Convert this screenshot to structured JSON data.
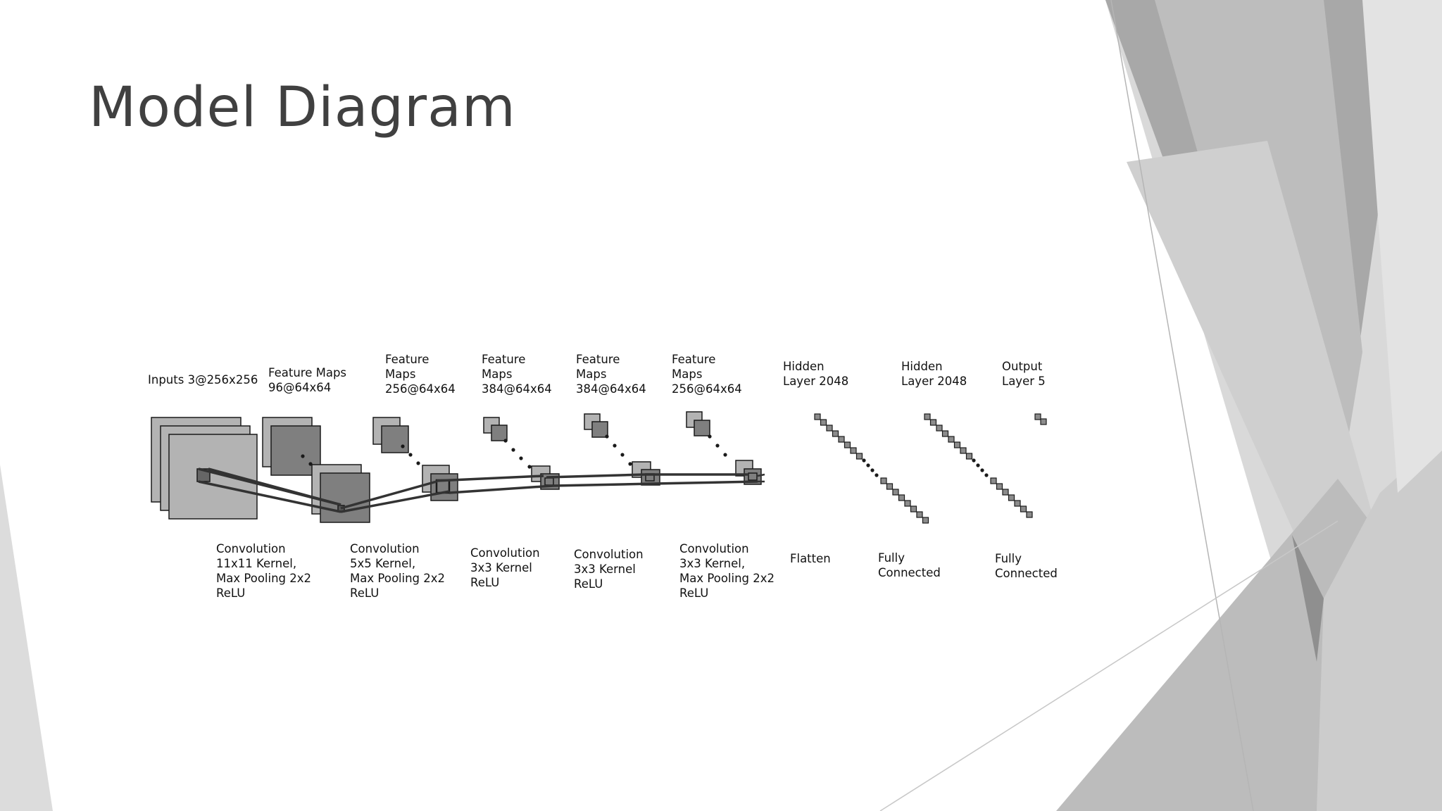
{
  "slide": {
    "title": "Model Diagram"
  },
  "diagram": {
    "top_labels": [
      "Inputs 3@256x256",
      "Feature Maps\n96@64x64",
      "Feature\nMaps\n256@64x64",
      "Feature\nMaps\n384@64x64",
      "Feature\nMaps\n384@64x64",
      "Feature\nMaps\n256@64x64",
      "Hidden\nLayer 2048",
      "Hidden\nLayer 2048",
      "Output\nLayer 5"
    ],
    "bottom_labels": [
      "Convolution\n11x11 Kernel,\nMax Pooling 2x2\nReLU",
      "Convolution\n5x5 Kernel,\nMax Pooling 2x2\nReLU",
      "Convolution\n3x3 Kernel\nReLU",
      "Convolution\n3x3 Kernel\nReLU",
      "Convolution\n3x3 Kernel,\nMax Pooling 2x2\nReLU",
      "Flatten",
      "Fully\nConnected",
      "Fully\nConnected"
    ]
  },
  "colors": {
    "title": "#404040",
    "map_light": "#b3b3b3",
    "map_dark": "#7f7f7f",
    "neuron": "#8c8c8c",
    "outline": "#1a1a1a"
  }
}
